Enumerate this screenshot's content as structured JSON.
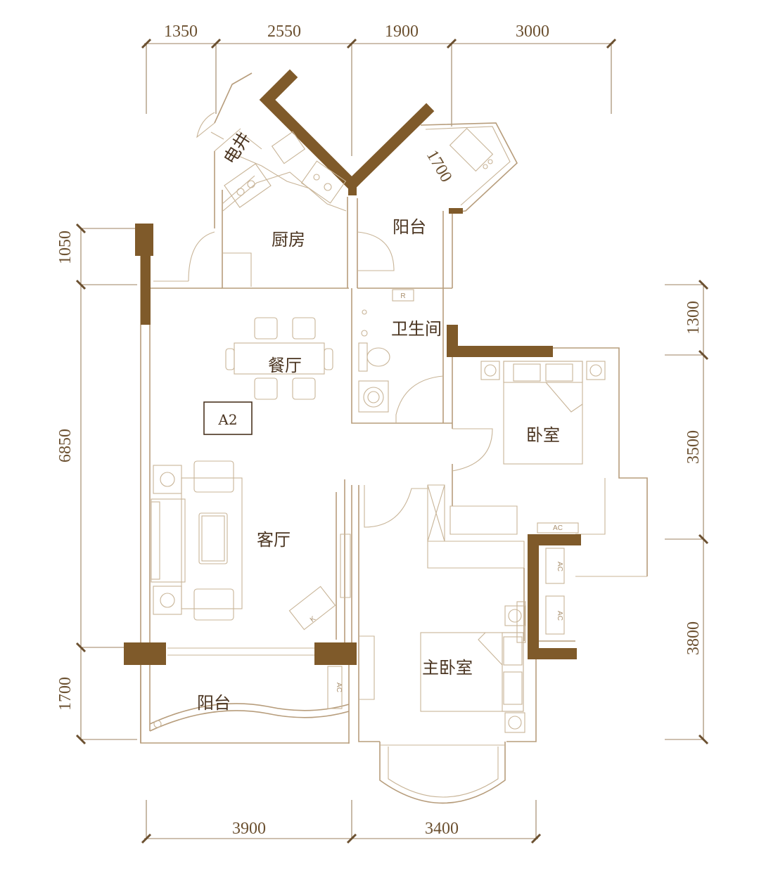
{
  "dimensions": {
    "top": [
      "1350",
      "2550",
      "1900",
      "3000"
    ],
    "bottom": [
      "3900",
      "3400"
    ],
    "left": [
      "1050",
      "6850",
      "1700"
    ],
    "right": [
      "1300",
      "3500",
      "3800"
    ]
  },
  "rooms": {
    "elec_shaft": "电井",
    "kitchen": "厨房",
    "balcony_top": "阳台",
    "balcony_top_size": "1700",
    "bathroom": "卫生间",
    "dining": "餐厅",
    "unit_code": "A2",
    "bedroom": "卧室",
    "living": "客厅",
    "master_bedroom": "主卧室",
    "balcony_bottom": "阳台"
  },
  "labels": {
    "fridge": "R",
    "tv": "K",
    "ac_1": "AC",
    "ac_2": "AC",
    "ac_3": "AC",
    "ac_4": "AC"
  },
  "colors": {
    "wall": "#7f5a2a",
    "line": "#b79d7c",
    "text": "#4a3420"
  }
}
